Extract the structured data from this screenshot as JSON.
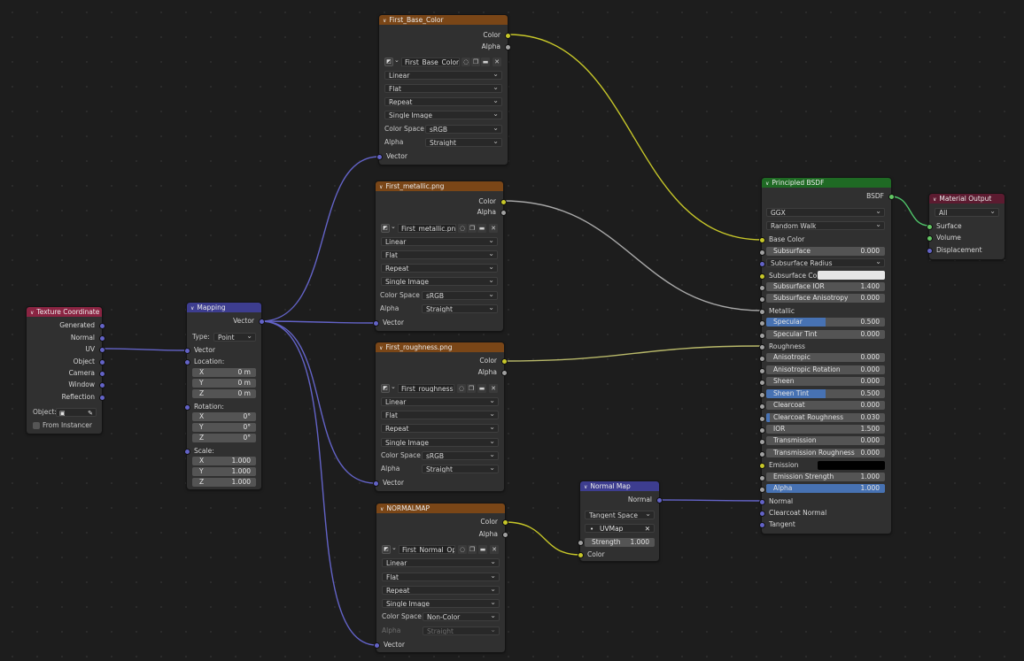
{
  "tex_base": {
    "title": "First_Base_Color",
    "out_color": "Color",
    "out_alpha": "Alpha",
    "image_name": "First_Base_Color",
    "interp": "Linear",
    "projection": "Flat",
    "extension": "Repeat",
    "source": "Single Image",
    "cs_label": "Color Space",
    "cs_value": "sRGB",
    "alpha_label": "Alpha",
    "alpha_value": "Straight",
    "in_vector": "Vector"
  },
  "tex_metallic": {
    "title": "First_metallic.png",
    "out_color": "Color",
    "out_alpha": "Alpha",
    "image_name": "First_metallic.png",
    "interp": "Linear",
    "projection": "Flat",
    "extension": "Repeat",
    "source": "Single Image",
    "cs_label": "Color Space",
    "cs_value": "sRGB",
    "alpha_label": "Alpha",
    "alpha_value": "Straight",
    "in_vector": "Vector"
  },
  "tex_rough": {
    "title": "First_roughness.png",
    "out_color": "Color",
    "out_alpha": "Alpha",
    "image_name": "First_roughness....",
    "interp": "Linear",
    "projection": "Flat",
    "extension": "Repeat",
    "source": "Single Image",
    "cs_label": "Color Space",
    "cs_value": "sRGB",
    "alpha_label": "Alpha",
    "alpha_value": "Straight",
    "in_vector": "Vector"
  },
  "tex_normal": {
    "title": "NORMALMAP",
    "out_color": "Color",
    "out_alpha": "Alpha",
    "image_name": "First_Normal_Ope...",
    "interp": "Linear",
    "projection": "Flat",
    "extension": "Repeat",
    "source": "Single Image",
    "cs_label": "Color Space",
    "cs_value": "Non-Color",
    "alpha_label": "Alpha",
    "alpha_value": "Straight",
    "in_vector": "Vector"
  },
  "texcoord": {
    "title": "Texture Coordinate",
    "outputs": [
      "Generated",
      "Normal",
      "UV",
      "Object",
      "Camera",
      "Window",
      "Reflection"
    ],
    "object_label": "Object:",
    "from_instancer": "From Instancer"
  },
  "mapping": {
    "title": "Mapping",
    "out_vector": "Vector",
    "type_label": "Type:",
    "type_value": "Point",
    "in_vector": "Vector",
    "location_label": "Location:",
    "loc": [
      {
        "axis": "X",
        "value": "0 m"
      },
      {
        "axis": "Y",
        "value": "0 m"
      },
      {
        "axis": "Z",
        "value": "0 m"
      }
    ],
    "rotation_label": "Rotation:",
    "rot": [
      {
        "axis": "X",
        "value": "0°"
      },
      {
        "axis": "Y",
        "value": "0°"
      },
      {
        "axis": "Z",
        "value": "0°"
      }
    ],
    "scale_label": "Scale:",
    "scale": [
      {
        "axis": "X",
        "value": "1.000"
      },
      {
        "axis": "Y",
        "value": "1.000"
      },
      {
        "axis": "Z",
        "value": "1.000"
      }
    ]
  },
  "normalmap": {
    "title": "Normal Map",
    "out_normal": "Normal",
    "space": "Tangent Space",
    "uvmap": "UVMap",
    "strength_label": "Strength",
    "strength_value": "1.000",
    "in_color": "Color"
  },
  "bsdf": {
    "title": "Principled BSDF",
    "out_bsdf": "BSDF",
    "distribution": "GGX",
    "subsurface_method": "Random Walk",
    "base_color": "Base Color",
    "subsurface": {
      "label": "Subsurface",
      "value": "0.000",
      "fill": 0.0
    },
    "subsurface_radius": "Subsurface Radius",
    "subsurface_color": "Subsurface Color",
    "subsurface_ior": {
      "label": "Subsurface IOR",
      "value": "1.400",
      "fill": 0.0
    },
    "subsurface_anisotropy": {
      "label": "Subsurface Anisotropy",
      "value": "0.000",
      "fill": 0.0
    },
    "metallic": "Metallic",
    "specular": {
      "label": "Specular",
      "value": "0.500",
      "fill": 0.5
    },
    "specular_tint": {
      "label": "Specular Tint",
      "value": "0.000",
      "fill": 0.0
    },
    "roughness": "Roughness",
    "anisotropic": {
      "label": "Anisotropic",
      "value": "0.000",
      "fill": 0.0
    },
    "anisotropic_rotation": {
      "label": "Anisotropic Rotation",
      "value": "0.000",
      "fill": 0.0
    },
    "sheen": {
      "label": "Sheen",
      "value": "0.000",
      "fill": 0.0
    },
    "sheen_tint": {
      "label": "Sheen Tint",
      "value": "0.500",
      "fill": 0.5
    },
    "clearcoat": {
      "label": "Clearcoat",
      "value": "0.000",
      "fill": 0.0
    },
    "clearcoat_roughness": {
      "label": "Clearcoat Roughness",
      "value": "0.030",
      "fill": 0.03
    },
    "ior": {
      "label": "IOR",
      "value": "1.500",
      "fill": 0.0
    },
    "transmission": {
      "label": "Transmission",
      "value": "0.000",
      "fill": 0.0
    },
    "transmission_roughness": {
      "label": "Transmission Roughness",
      "value": "0.000",
      "fill": 0.0
    },
    "emission": "Emission",
    "emission_strength": {
      "label": "Emission Strength",
      "value": "1.000",
      "fill": 0.0
    },
    "alpha": {
      "label": "Alpha",
      "value": "1.000",
      "fill": 1.0
    },
    "normal": "Normal",
    "clearcoat_normal": "Clearcoat Normal",
    "tangent": "Tangent"
  },
  "matout": {
    "title": "Material Output",
    "target": "All",
    "surface": "Surface",
    "volume": "Volume",
    "displacement": "Displacement"
  },
  "colors": {
    "wire_color": "#c7c729",
    "wire_gray": "#a1a1a1",
    "wire_vector": "#6363c7",
    "wire_shader": "#4fc36a",
    "subsurface_color_swatch": "#e6e6e6",
    "emission_swatch": "#000000"
  }
}
